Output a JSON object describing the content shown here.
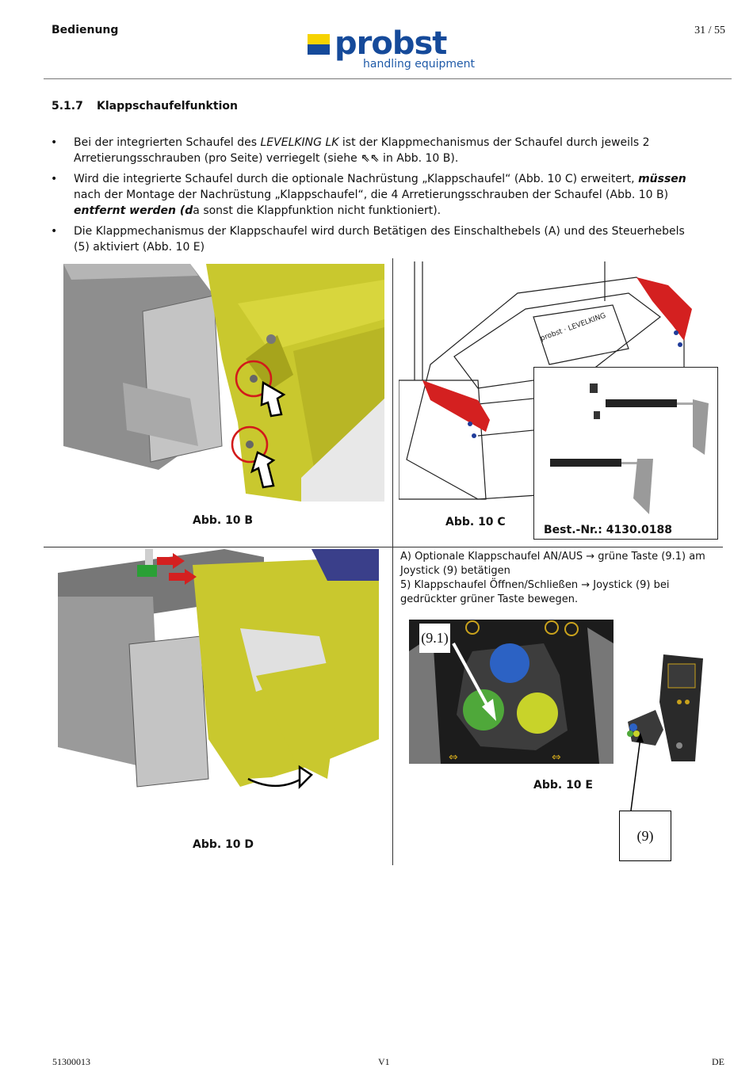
{
  "header": {
    "section": "Bedienung",
    "page": "31 / 55",
    "logo": {
      "word": "probst",
      "tagline": "handling equipment"
    }
  },
  "section": {
    "number": "5.1.7",
    "title": "Klappschaufelfunktion"
  },
  "bullets": [
    {
      "parts": [
        {
          "t": "Bei der integrierten Schaufel des "
        },
        {
          "t": "LEVELKING LK",
          "i": true
        },
        {
          "t": " ist der Klappmechanismus der Schaufel durch jeweils 2 Arretierungsschrauben (pro Seite) verriegelt (siehe "
        },
        {
          "t": "⇖⇖",
          "sym": true
        },
        {
          "t": " in Abb. 10 B)."
        }
      ]
    },
    {
      "parts": [
        {
          "t": "Wird die integrierte Schaufel durch die optionale Nachrüstung „Klappschaufel“ (Abb. 10 C) erweitert, "
        },
        {
          "t": "müssen",
          "b": true,
          "i": true
        },
        {
          "t": " nach der Montage der Nachrüstung „Klappschaufel“, die 4 Arretierungsschrauben der Schaufel (Abb. 10 B) "
        },
        {
          "t": "entfernt werden (d",
          "b": true,
          "i": true
        },
        {
          "t": "a sonst die Klappfunktion nicht funktioniert)."
        }
      ]
    },
    {
      "parts": [
        {
          "t": "Die Klappmechanismus der Klappschaufel wird durch Betätigen des Einschalthebels (A) und des Steuerhebels (5) aktiviert (Abb. 10 E)"
        }
      ]
    }
  ],
  "figures": {
    "b_caption": "Abb. 10 B",
    "c_caption": "Abb. 10 C",
    "c_order_no": "Best.-Nr.: 4130.0188",
    "d_caption": "Abb. 10 D",
    "e_caption": "Abb. 10 E",
    "e_callout_1": "(9.1)",
    "e_callout_2": "(9)"
  },
  "instructions": {
    "line1": "A) Optionale Klappschaufel AN/AUS → grüne Taste (9.1) am Joystick (9) betätigen",
    "line2": "5) Klappschaufel Öffnen/Schließen → Joystick (9) bei gedrückter grüner Taste bewegen."
  },
  "footer": {
    "doc_no": "51300013",
    "version": "V1",
    "lang": "DE"
  },
  "colors": {
    "brand_blue": "#154a9a",
    "brand_yellow": "#f6d300",
    "bucket_yellow": "#c9c82e"
  }
}
